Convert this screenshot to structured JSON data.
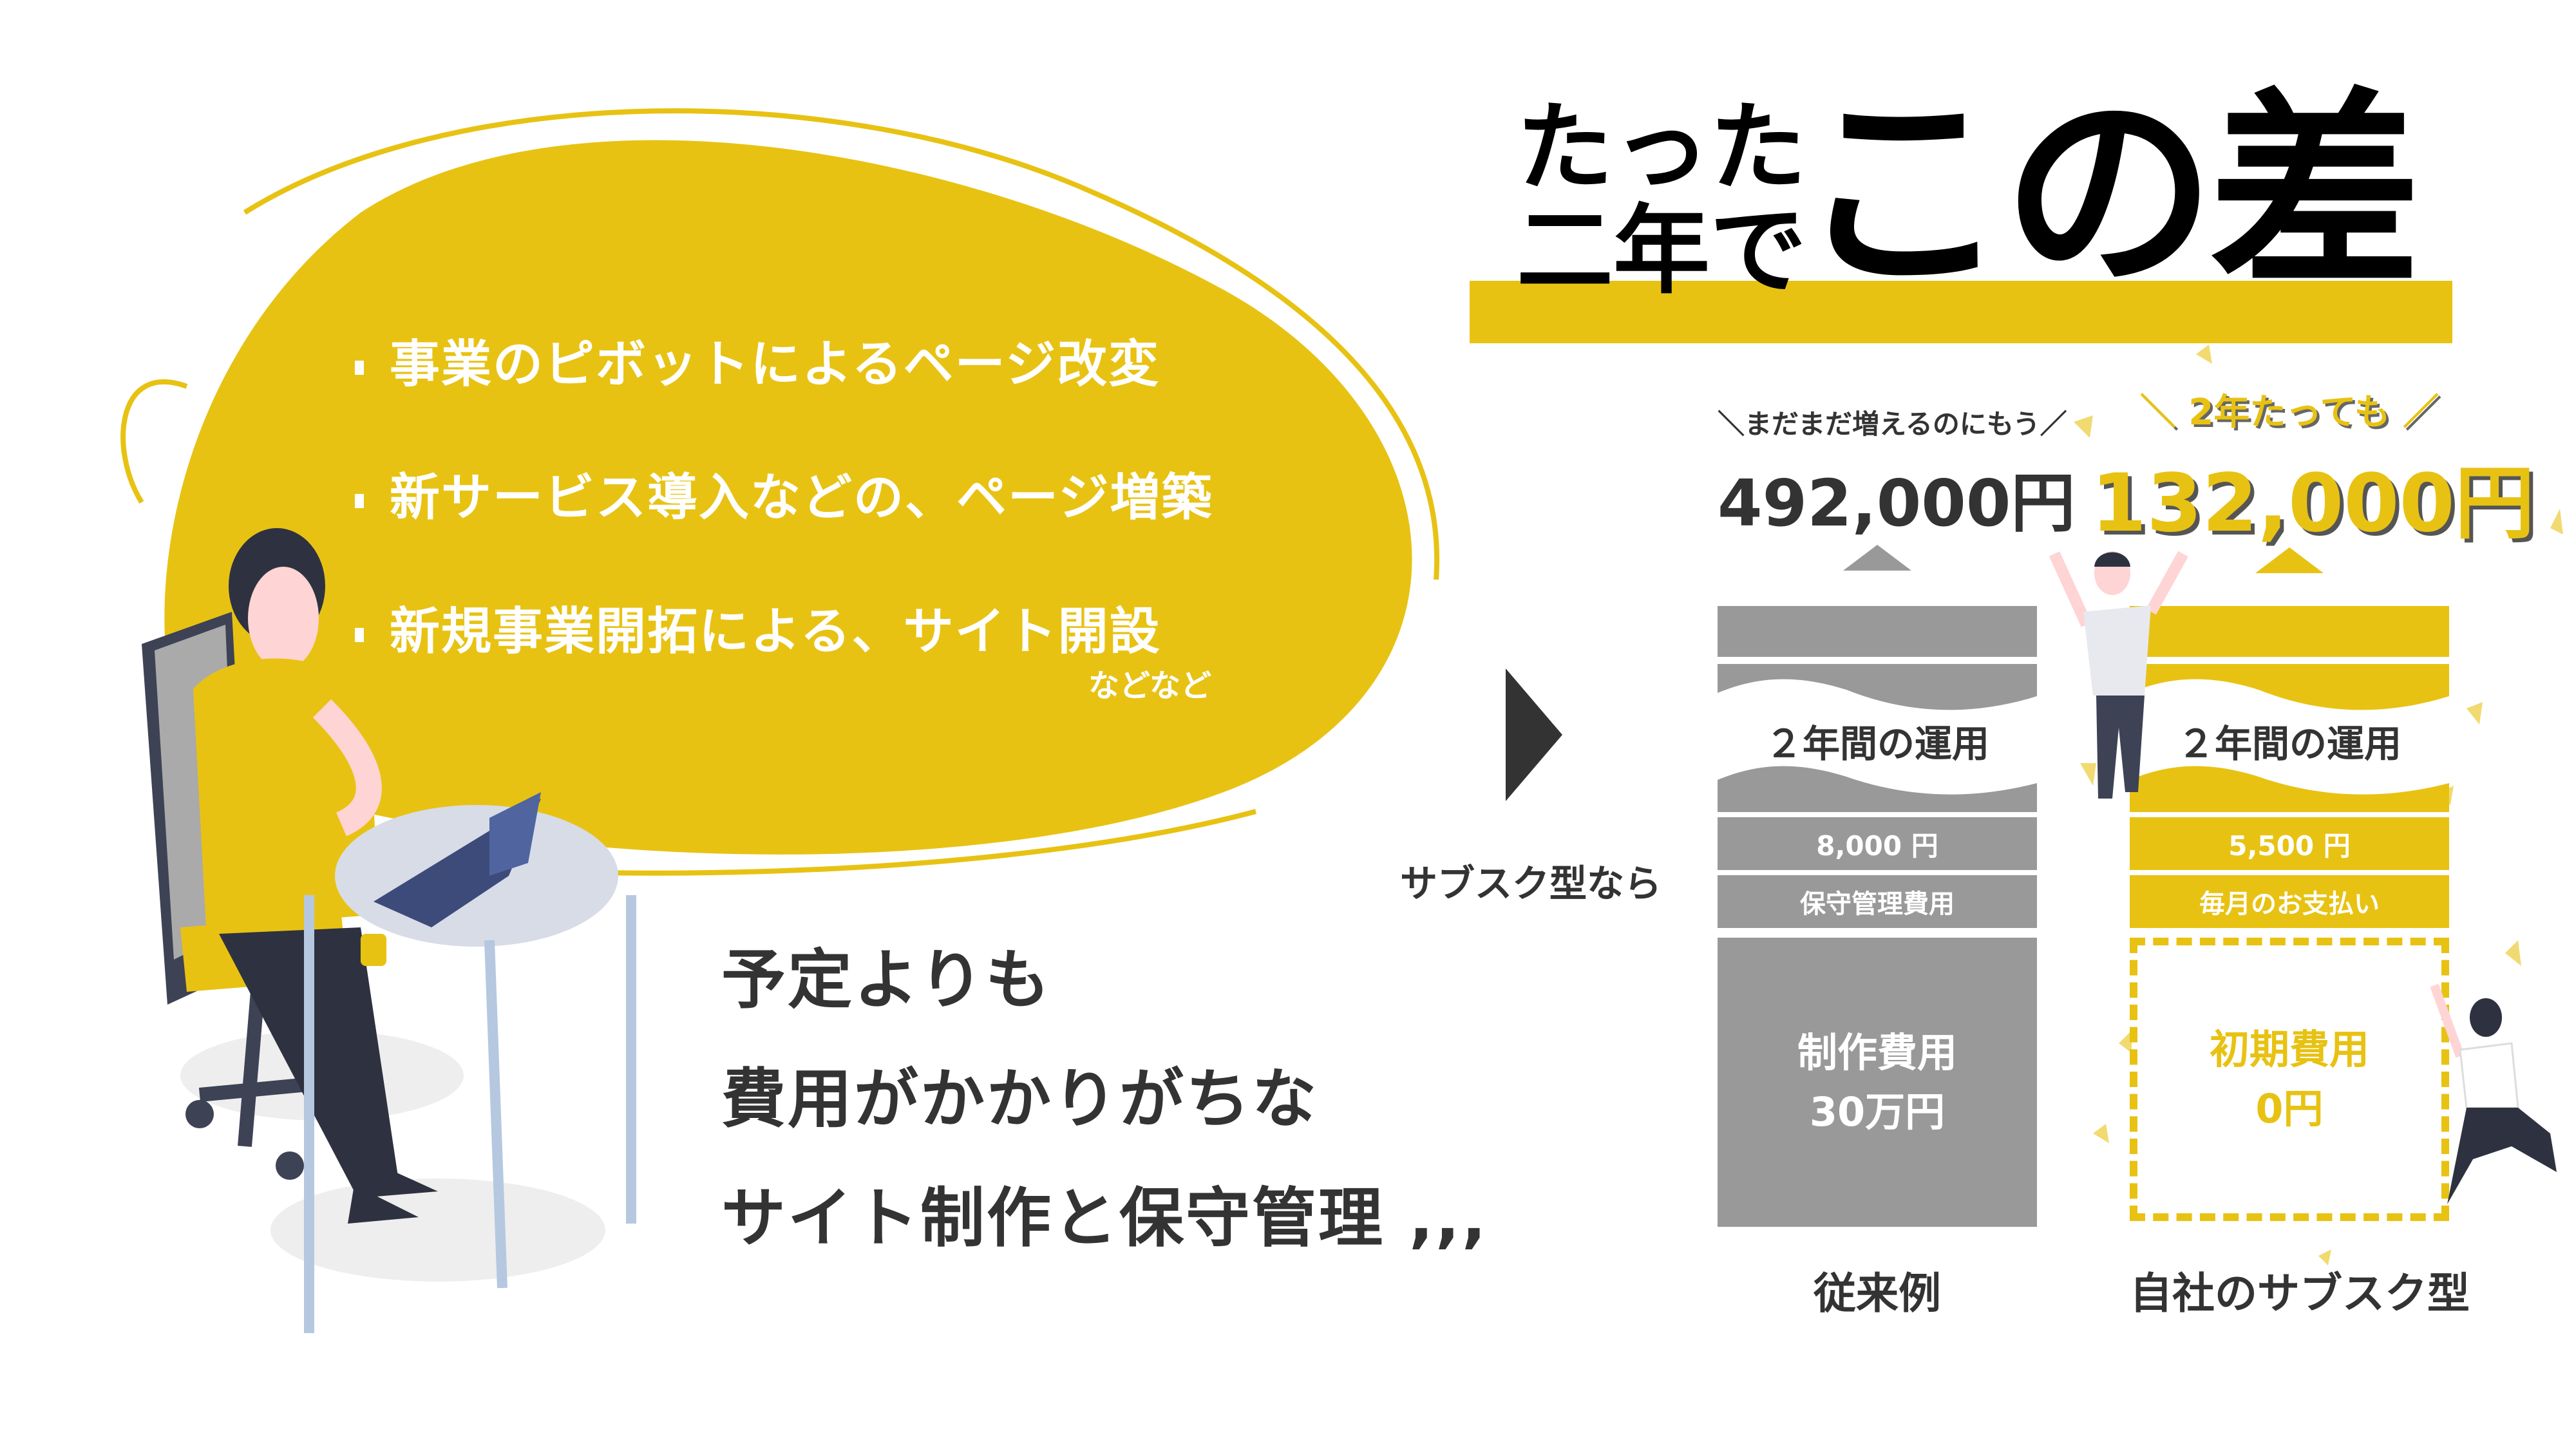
{
  "headline": {
    "line1": "たった",
    "line2": "二年で",
    "big": "この差"
  },
  "bullets": [
    "事業のピボットによるページ改変",
    "新サービス導入などの、ページ増築",
    "新規事業開拓による、サイト開設"
  ],
  "bullets_suffix": "などなど",
  "left_message": [
    "予定よりも",
    "費用がかかりがちな",
    "サイト制作と保守管理 ,,,"
  ],
  "arrow_caption": "サブスク型なら",
  "conventional": {
    "tagline": "＼まだまだ増えるのにもう／",
    "total": "492,000円",
    "operation_label": "２年間の運用",
    "monthly_fee": "8,000 円",
    "monthly_label": "保守管理費用",
    "initial_label": "制作費用",
    "initial_value": "30万円",
    "column_label": "従来例"
  },
  "subscription": {
    "tagline": "＼ 2年たっても ／",
    "total": "132,000円",
    "operation_label": "２年間の運用",
    "monthly_fee": "5,500 円",
    "monthly_label": "毎月のお支払い",
    "initial_label": "初期費用",
    "initial_value": "0円",
    "column_label": "自社のサブスク型"
  },
  "colors": {
    "yellow": "#E8C213",
    "gray": "#999999",
    "dark": "#333333",
    "navy": "#3D4255"
  }
}
